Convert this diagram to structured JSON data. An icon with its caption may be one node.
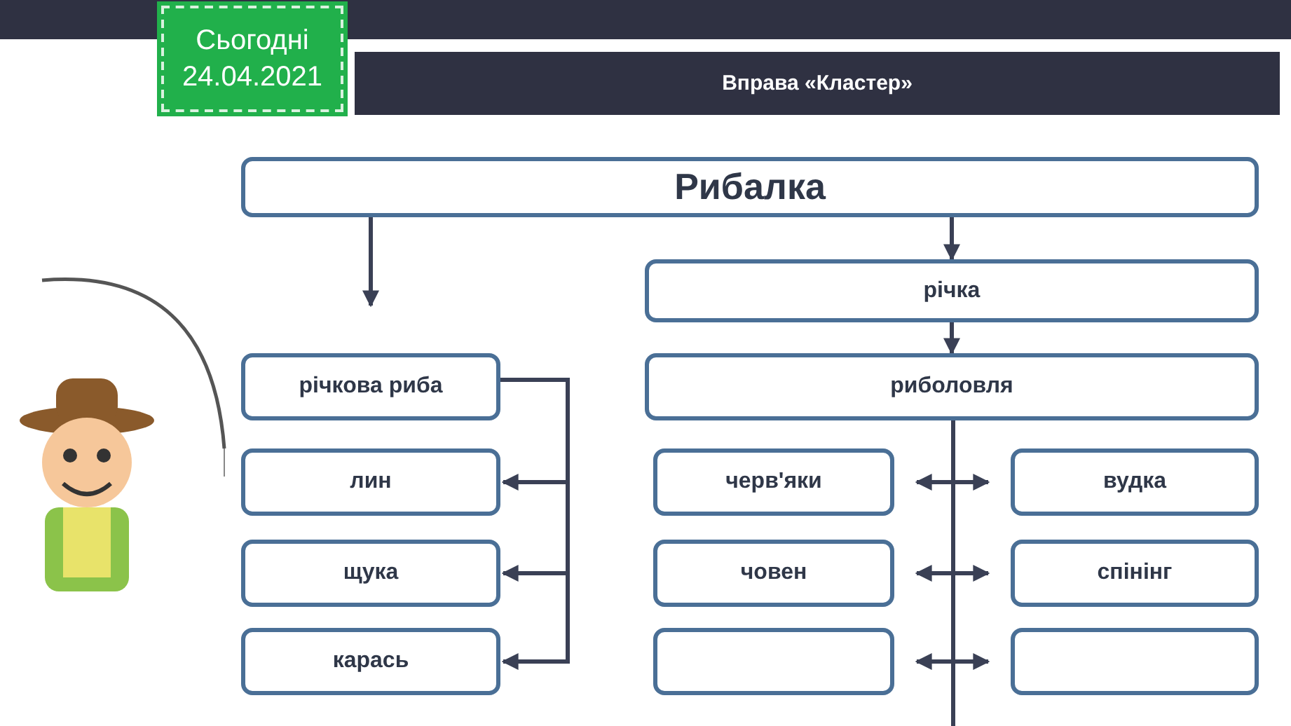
{
  "diagram": {
    "title": "Вправа «Кластер»",
    "nodes": [
      {
        "text": [
          "Рибалка"
        ]
      },
      {
        "text": [
          "річка"
        ]
      },
      {
        "text": [
          "річкова риба"
        ]
      },
      {
        "text": [
          "риболовля"
        ]
      },
      {
        "text": [
          "лин"
        ]
      },
      {
        "text": [
          "черв'яки"
        ]
      },
      {
        "text": [
          "вудка"
        ]
      },
      {
        "text": [
          "щука"
        ]
      },
      {
        "text": [
          "човен"
        ]
      },
      {
        "text": [
          "спінінг"
        ]
      },
      {
        "text": [
          "карась"
        ]
      },
      {
        "text": [],
        "shape": "box"
      },
      {
        "text": [],
        "shape": "box"
      }
    ],
    "edges": [
      {
        "from": 0,
        "to": 2,
        "arrow": "to"
      },
      {
        "from": 0,
        "to": 1,
        "arrow": "to"
      },
      {
        "from": 1,
        "to": 3,
        "arrow": "to"
      },
      {
        "from": 2,
        "to": 4,
        "arrow": "to"
      },
      {
        "from": 2,
        "to": 7,
        "arrow": "to"
      },
      {
        "from": 2,
        "to": 10,
        "arrow": "to"
      },
      {
        "from": 5,
        "to": 6,
        "arrow": "both"
      },
      {
        "from": 8,
        "to": 9,
        "arrow": "both"
      },
      {
        "from": 11,
        "to": 12,
        "arrow": "both"
      },
      {
        "from": 3,
        "to": null,
        "arrow": "none"
      }
    ],
    "labels": [
      "Сьогодні",
      "24.04.2021"
    ]
  }
}
